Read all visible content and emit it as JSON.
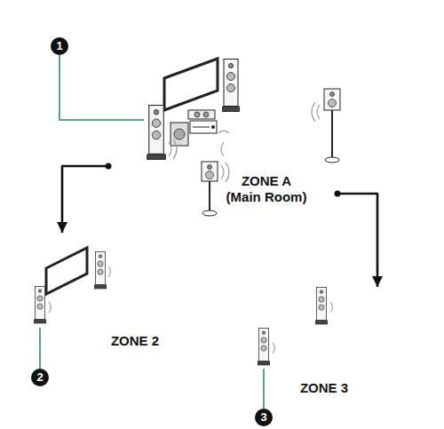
{
  "diagram": {
    "nodes": [
      {
        "text": [
          "ZONE A",
          "(Main Room)"
        ]
      },
      {
        "text": [
          "ZONE 2"
        ]
      },
      {
        "text": [
          "ZONE 3"
        ]
      }
    ],
    "edges": [
      {
        "from": 0,
        "to": 1,
        "arrow": "to"
      },
      {
        "from": 0,
        "to": 2,
        "arrow": "to"
      }
    ],
    "labels": [
      "1",
      "2",
      "3"
    ]
  }
}
